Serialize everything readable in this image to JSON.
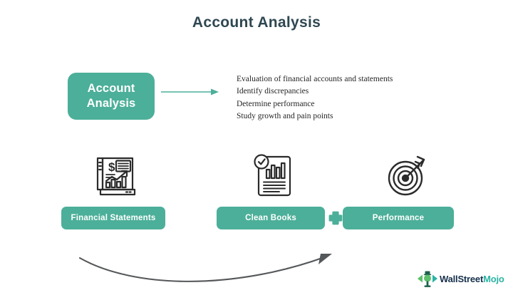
{
  "header": {
    "title": "Account Analysis"
  },
  "concept": {
    "label": "Account\nAnalysis",
    "arrow_icon": "right-arrow-icon"
  },
  "bullets": {
    "items": [
      "Evaluation of financial accounts and statements",
      "Identify discrepancies",
      "Determine performance",
      "Study growth and pain points"
    ]
  },
  "steps": [
    {
      "icon": "financial-document-chart-icon",
      "label": "Financial Statements"
    },
    {
      "icon": "checked-report-document-icon",
      "label": "Clean Books"
    },
    {
      "icon": "target-bullseye-arrow-icon",
      "label": "Performance"
    }
  ],
  "connector": {
    "plus_icon": "plus-icon"
  },
  "swoosh": {
    "icon": "curved-growth-arrow-icon"
  },
  "logo": {
    "mark_icon": "wallstreetmojo-mark-icon",
    "word_primary": "WallStreet",
    "word_accent": "Mojo"
  },
  "colors": {
    "teal": "#4caf99",
    "title": "#2f4751",
    "body_text": "#262626",
    "swoosh": "#55585a",
    "logo_primary": "#16304c",
    "logo_accent": "#2bb3a3"
  }
}
